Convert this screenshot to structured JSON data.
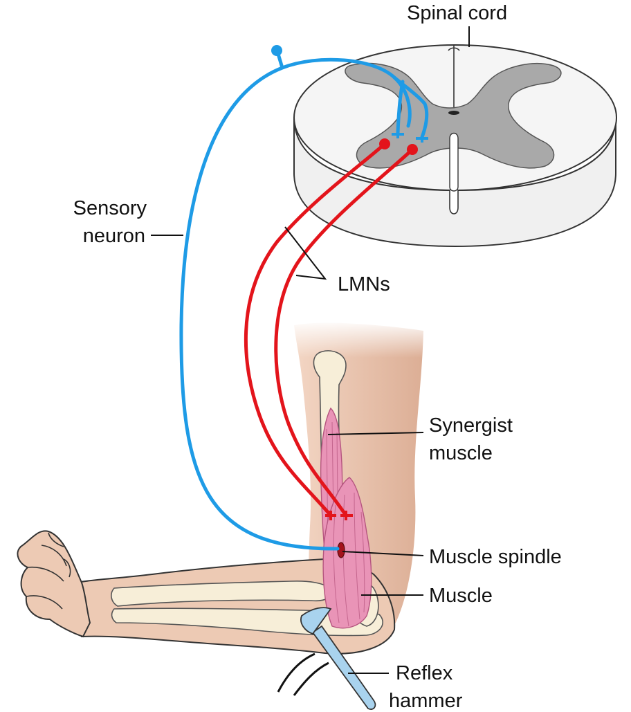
{
  "labels": {
    "spinal_cord": "Spinal cord",
    "sensory_neuron_line1": "Sensory",
    "sensory_neuron_line2": "neuron",
    "lmns": "LMNs",
    "synergist_line1": "Synergist",
    "synergist_line2": "muscle",
    "muscle_spindle": "Muscle spindle",
    "muscle": "Muscle",
    "reflex_hammer_line1": "Reflex",
    "reflex_hammer_line2": "hammer"
  },
  "colors": {
    "sensory_neuron": "#1e9be6",
    "lower_motor_neuron": "#e3141b",
    "spinal_gray_matter": "#a9a9a9",
    "spinal_white_matter": "#f2f2f2",
    "skin": "#eac3aa",
    "bone": "#f7eed8",
    "muscle": "#e994b7",
    "muscle_spindle": "#a3121c",
    "reflex_hammer": "#a9d3ee"
  }
}
